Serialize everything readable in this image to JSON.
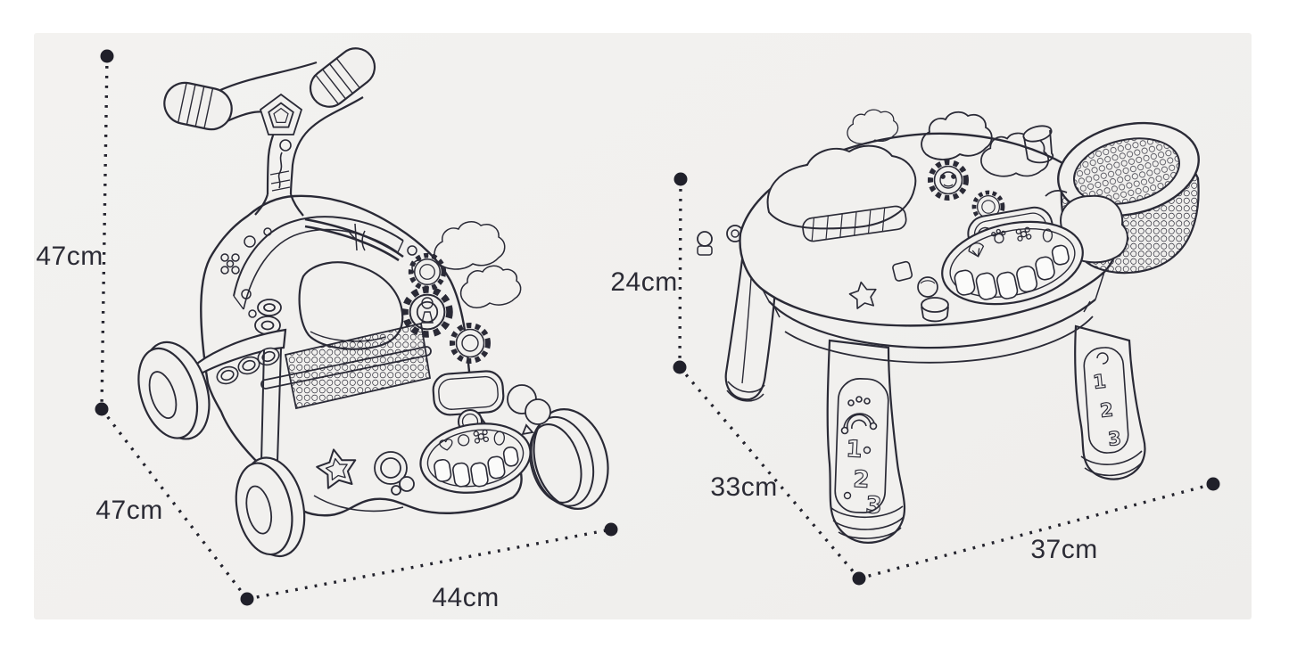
{
  "panel": {
    "page_background": "#ffffff",
    "box_background": "#f1f0ee",
    "ink_color": "#2a2a36",
    "label_color": "#2b2b35",
    "dot_color": "#20202a"
  },
  "figures": {
    "walker": {
      "title": "baby push walker line drawing",
      "height_label": "47cm",
      "depth_label": "47cm",
      "width_label": "44cm"
    },
    "table": {
      "title": "activity table line drawing",
      "height_label": "24cm",
      "depth_label": "33cm",
      "width_label": "37cm"
    }
  },
  "leg_digits": {
    "d1": "1",
    "d2": "2",
    "d3": "3"
  }
}
